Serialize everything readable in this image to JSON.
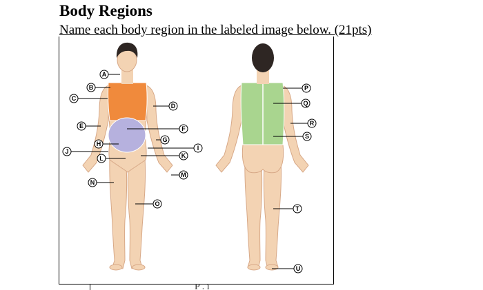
{
  "document": {
    "title": "Body Regions",
    "instruction": "Name each body region in the labeled image below. (21pts)",
    "cut_caption": "P .  i"
  },
  "labels": [
    "A",
    "B",
    "C",
    "D",
    "E",
    "F",
    "G",
    "H",
    "I",
    "J",
    "K",
    "L",
    "M",
    "N",
    "O",
    "P",
    "Q",
    "R",
    "S",
    "T",
    "U"
  ],
  "colors": {
    "skin": "#f3d3b3",
    "skin_outline": "#d7a887",
    "thoracic": "#f08a3c",
    "abdominal": "#b6b1de",
    "back": "#a9d58f",
    "hair": "#2e2623",
    "line": "#000000"
  }
}
